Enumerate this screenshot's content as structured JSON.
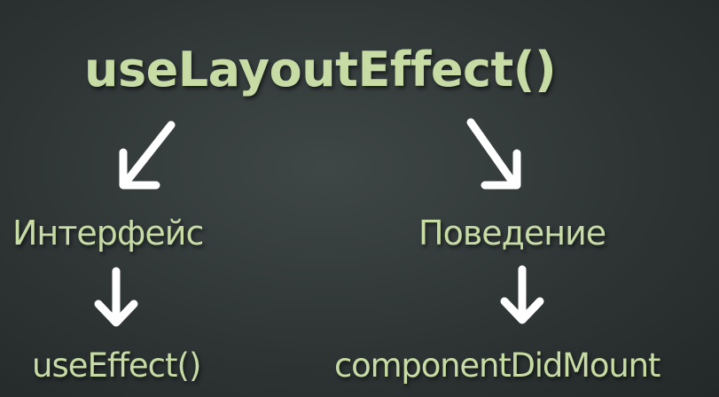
{
  "diagram": {
    "title": "useLayoutEffect()",
    "branches": [
      {
        "label": "Интерфейс",
        "result": "useEffect()"
      },
      {
        "label": "Поведение",
        "result": "componentDidMount"
      }
    ]
  },
  "colors": {
    "background": "#2f3535",
    "text": "#c7dba4",
    "arrow": "#ffffff"
  }
}
